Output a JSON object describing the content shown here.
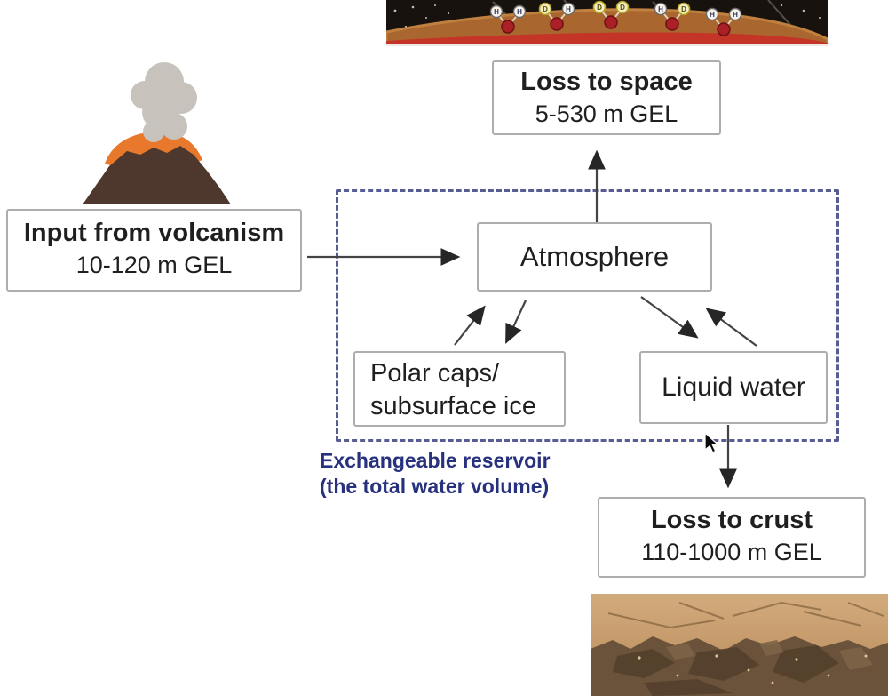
{
  "palette": {
    "dashed_border": "#575c94",
    "reservoir_text": "#27317e",
    "box_border": "#adadad",
    "arrow": "#3f3f3f",
    "space_black": "#17120d",
    "planet_brown": "#a9672f",
    "planet_rim": "#c08040",
    "planet_red_band": "#c43527",
    "oxygen_red": "#ab1f26",
    "deuterium_yellow": "#e6d86a",
    "volcano_body": "#4e382e",
    "volcano_lava": "#e8792c",
    "volcano_smoke": "#c7c2bc",
    "rock_tan": "#c59a6a",
    "rock_dark": "#6b523a"
  },
  "nodes": {
    "loss_to_space": {
      "title": "Loss to space",
      "value": "5-530 m GEL"
    },
    "input_from_volcanism": {
      "title": "Input from volcanism",
      "value": "10-120 m GEL"
    },
    "atmosphere": {
      "label": "Atmosphere"
    },
    "polar_caps": {
      "line1": "Polar caps/",
      "line2": "subsurface ice"
    },
    "liquid_water": {
      "label": "Liquid water"
    },
    "loss_to_crust": {
      "title": "Loss to crust",
      "value": "110-1000 m GEL"
    }
  },
  "reservoir_label": {
    "line1": "Exchangeable reservoir",
    "line2": "(the total water volume)"
  },
  "molecules": [
    {
      "left": "H",
      "right": "H"
    },
    {
      "left": "D",
      "right": "H"
    },
    {
      "left": "D",
      "right": "D"
    },
    {
      "left": "H",
      "right": "D"
    },
    {
      "left": "H",
      "right": "H"
    }
  ]
}
